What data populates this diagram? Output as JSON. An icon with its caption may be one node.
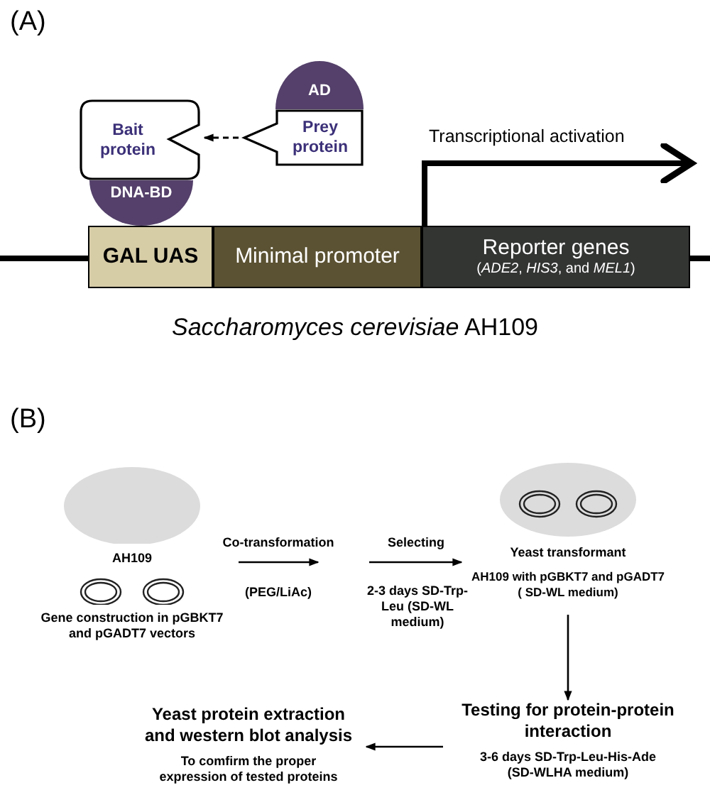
{
  "diagram": {
    "nodes": [
      {
        "text": [
          "Bait protein"
        ]
      },
      {
        "text": [
          "DNA-BD"
        ]
      },
      {
        "text": [
          "Prey protein"
        ]
      },
      {
        "text": [
          "AD"
        ]
      },
      {
        "text": [
          "GAL UAS"
        ]
      },
      {
        "text": [
          "Minimal promoter"
        ]
      },
      {
        "text": [
          "Reporter genes",
          "(*ADE2*, *HIS3*, and *MEL1*)"
        ]
      },
      {
        "text": [
          "AH109",
          "Gene construction in pGBKT7 and pGADT7 vectors"
        ]
      },
      {
        "text": [
          "Yeast transformant",
          "AH109 with pGBKT7 and pGADT7 ( SD-WL medium)"
        ]
      },
      {
        "text": [
          "Testing for protein-protein interaction",
          "3-6 days SD-Trp-Leu-His-Ade (SD-WLHA medium)"
        ]
      },
      {
        "text": [
          "Yeast protein extraction and western blot analysis",
          "To comfirm the proper expression of tested proteins"
        ]
      }
    ],
    "edges": [
      {
        "from": 2,
        "to": 0,
        "arrow": "to",
        "style": "dashed"
      },
      {
        "from": 6,
        "to": null,
        "arrow": "to",
        "style": "thick",
        "label": "Transcriptional activation"
      },
      {
        "from": 7,
        "to": null,
        "arrow": "to",
        "label": "Co-transformation"
      },
      {
        "from": null,
        "to": 8,
        "arrow": "to",
        "label": "Selecting"
      },
      {
        "from": 8,
        "to": 9,
        "arrow": "to"
      },
      {
        "from": 9,
        "to": 10,
        "arrow": "to"
      }
    ],
    "labels": [
      "(A)",
      "*Saccharomyces cerevisiae* AH109",
      "(B)",
      "(PEG/LiAc)",
      "2-3 days SD-Trp-Leu (SD-WL medium)"
    ]
  }
}
